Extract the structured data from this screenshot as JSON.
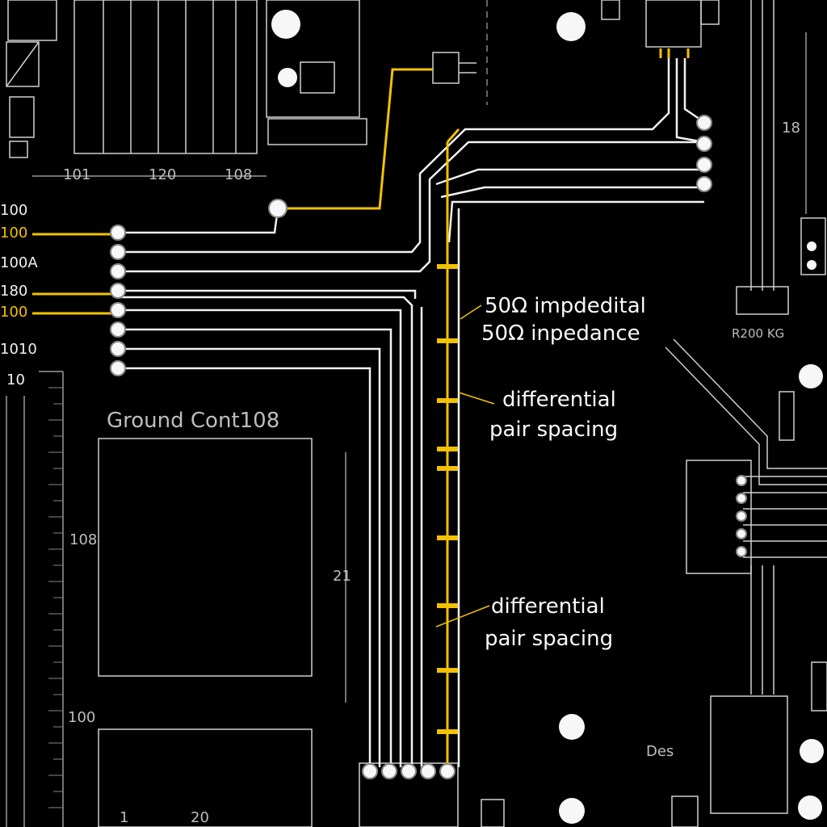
{
  "colors": {
    "background": "#000000",
    "trace_white": "#f2f2f2",
    "trace_yellow": "#f2c200",
    "outline_grey": "#cfcfcf"
  },
  "labels": {
    "top_dim_1": "101",
    "top_dim_2": "120",
    "top_dim_3": "108",
    "left_1": "100",
    "left_2": "100",
    "left_3": "100A",
    "left_4": "180",
    "left_5": "100",
    "left_6": "1010",
    "left_ruler_top": "10",
    "ground_title": "Ground Cont108",
    "ground_dim_side": "108",
    "ground_dim_right": "21",
    "left_bottom_dim": "100",
    "bottom_dim_1": "1",
    "bottom_dim_2": "20",
    "right_top_dim": "18",
    "right_header_label": "R200 KG",
    "des_label": "Des"
  },
  "annotations": {
    "impedance_line_1": "50Ω impdedital",
    "impedance_line_2": "50Ω inpedance",
    "diff_1_line_1": "differential",
    "diff_1_line_2": "pair spacing",
    "diff_2_line_1": "differential",
    "diff_2_line_2": "pair spacing"
  }
}
